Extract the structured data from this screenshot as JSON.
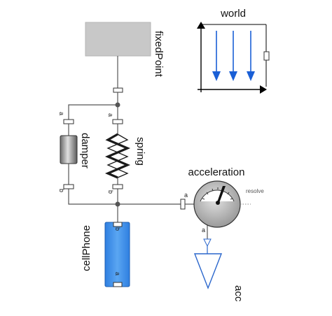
{
  "world": {
    "label": "world"
  },
  "fixed_point": {
    "label": "fixedPoint"
  },
  "damper": {
    "label": "damper",
    "port_a": "a",
    "port_b": "b"
  },
  "spring": {
    "label": "spring",
    "port_a": "a",
    "port_b": "b"
  },
  "acceleration": {
    "label": "acceleration",
    "port_a": "a",
    "resolve_label": "resolve"
  },
  "cell_phone": {
    "label": "cellPhone",
    "port_b": "b",
    "port_a": "a"
  },
  "acc": {
    "label": "acc",
    "port_a": "a"
  },
  "colors": {
    "wire": "#555555",
    "world_arrows": "#1a5fd6",
    "cell_phone_body": "#3d8fe8",
    "acc_triangle": "#2a66cc",
    "ground_fill": "#c8c8c8"
  }
}
